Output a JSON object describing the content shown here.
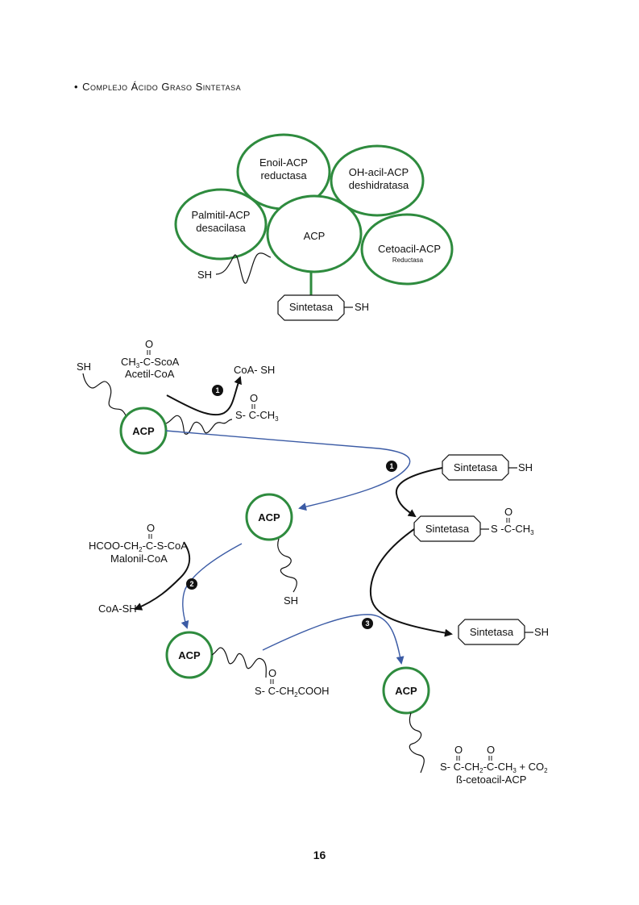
{
  "heading": {
    "bullet": "•",
    "text": "Complejo Ácido Graso Sintetasa"
  },
  "complex": {
    "enoil_line1": "Enoil-ACP",
    "enoil_line2": "reductasa",
    "ohacil_line1": "OH-acil-ACP",
    "ohacil_line2": "deshidratasa",
    "palmitil_line1": "Palmitil-ACP",
    "palmitil_line2": "desacilasa",
    "acp": "ACP",
    "cetoacil_line1": "Cetoacil-ACP",
    "cetoacil_line2": "Reductasa",
    "sh_left": "SH",
    "sintetasa": "Sintetasa",
    "sh_right": "SH"
  },
  "step1": {
    "sh": "SH",
    "o": "O",
    "acetyl_pre": "CH",
    "acetyl_sub": "3",
    "acetyl_post": "-C-ScoA",
    "acetyl_name": "Acetil-CoA",
    "coa_sh": "CoA- SH",
    "acyl_o": "O",
    "acyl_pre": "S-  C-CH",
    "acyl_sub": "3",
    "badge": "1",
    "acp": "ACP"
  },
  "transfer": {
    "badge": "1",
    "sintetasa_top": "Sintetasa",
    "sh_top": "SH",
    "sintetasa_mid": "Sintetasa",
    "mid_o": "O",
    "mid_pre": "S -C-CH",
    "mid_sub": "3",
    "acp": "ACP",
    "acp_sh": "SH"
  },
  "step2": {
    "o": "O",
    "mal_pre": "HCOO-CH",
    "mal_sub": "2",
    "mal_post": "-C-S-CoA",
    "mal_name": "Malonil-CoA",
    "coa_sh": "CoA-SH",
    "badge": "2",
    "acp": "ACP",
    "prod_o": "O",
    "prod_pre": "S-  C-CH",
    "prod_sub": "2",
    "prod_post": "COOH"
  },
  "step3": {
    "badge": "3",
    "sintetasa": "Sintetasa",
    "sh": "SH",
    "acp": "ACP",
    "o1": "O",
    "o2": "O",
    "prod_a": "S-  C-CH",
    "prod_sub1": "2",
    "prod_b": "-C-CH",
    "prod_sub2": "3",
    "prod_c": " + CO",
    "prod_sub3": "2",
    "prod_name": "ß-cetoacil-ACP"
  },
  "page_number": "16",
  "colors": {
    "enzyme_circle": "#2e8b3e",
    "flow_arrow": "#3b5ba5",
    "reaction_arrow": "#111111"
  }
}
